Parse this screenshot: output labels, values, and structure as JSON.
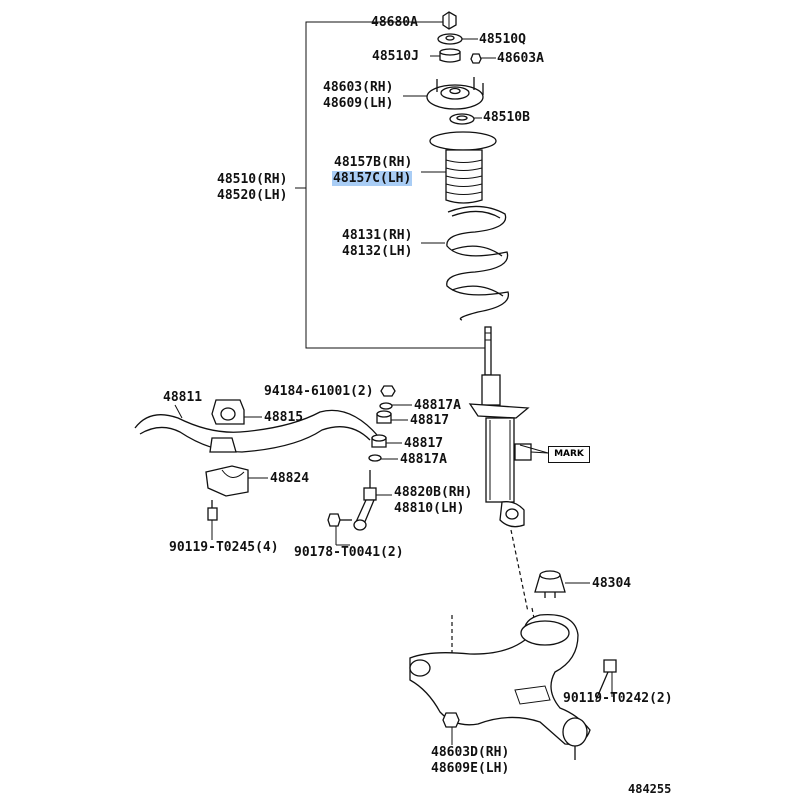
{
  "labels": {
    "p48680A": "48680A",
    "p48510Q": "48510Q",
    "p48510J": "48510J",
    "p48603A": "48603A",
    "p48603rh": "48603(RH)",
    "p48609lh": "48609(LH)",
    "p48510B": "48510B",
    "p48157Brh": "48157B(RH)",
    "p48157Clh": "48157C(LH)",
    "p48510rh": "48510(RH)",
    "p48520lh": "48520(LH)",
    "p48131rh": "48131(RH)",
    "p48132lh": "48132(LH)",
    "p94184": "94184-61001(2)",
    "p48811": "48811",
    "p48815": "48815",
    "p48817A_top": "48817A",
    "p48817_top": "48817",
    "p48817_bot": "48817",
    "p48817A_bot": "48817A",
    "p48824": "48824",
    "p48820Brh": "48820B(RH)",
    "p48810lh": "48810(LH)",
    "p90119_0245": "90119-T0245(4)",
    "p90178_0041": "90178-T0041(2)",
    "p48304": "48304",
    "p90119_0242": "90119-T0242(2)",
    "p48603Drh": "48603D(RH)",
    "p48609Elh": "48609E(LH)",
    "mark": "MARK",
    "figure_number": "484255"
  },
  "highlight": {
    "part": "48157C(LH)",
    "color": "#a9cdf5"
  }
}
